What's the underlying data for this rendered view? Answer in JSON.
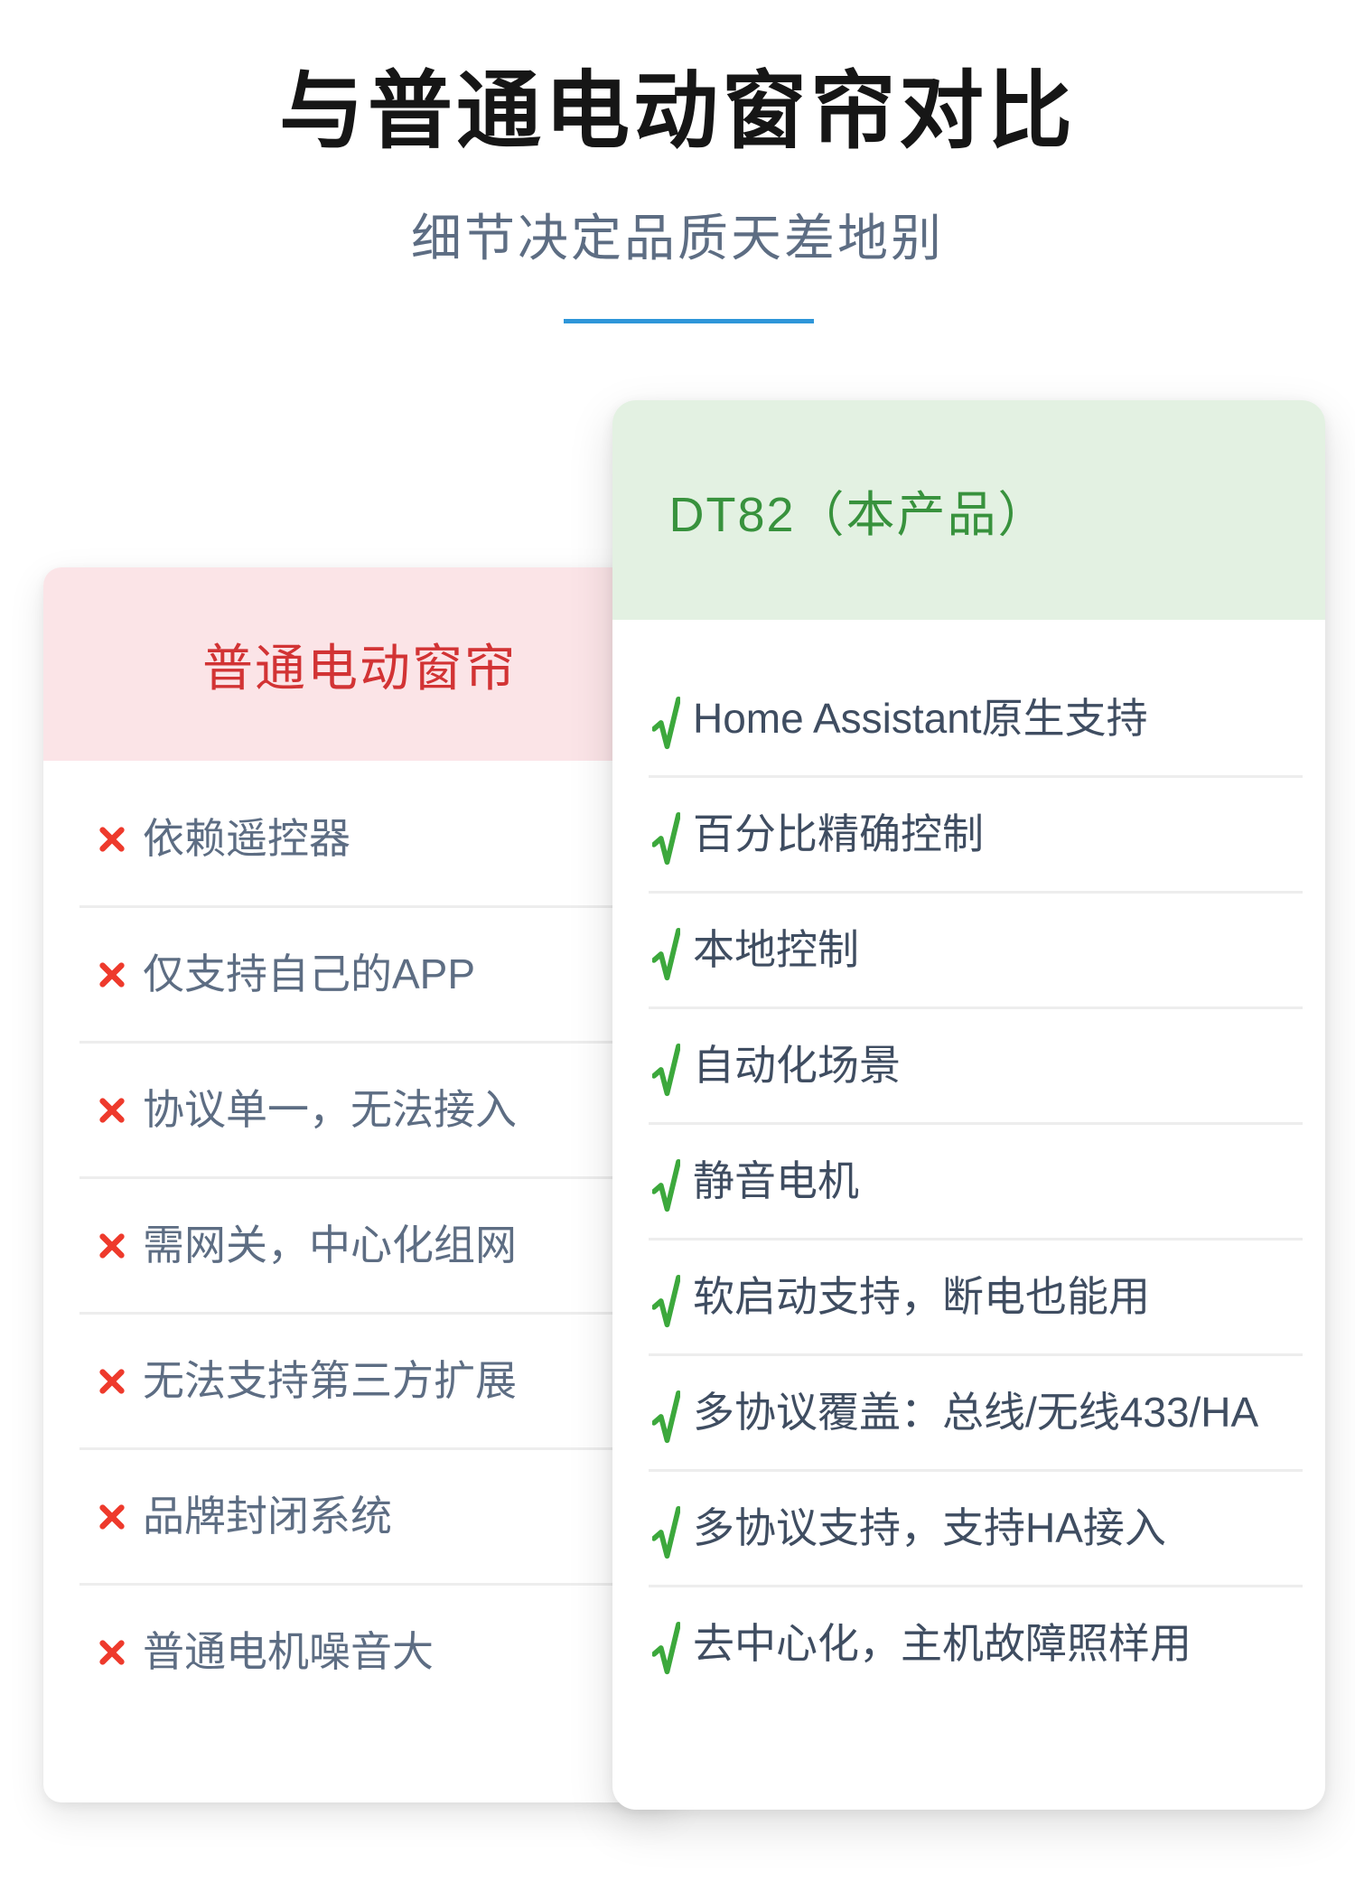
{
  "page": {
    "title": "与普通电动窗帘对比",
    "subtitle": "细节决定品质天差地别"
  },
  "cards": {
    "ordinary": {
      "header": "普通电动窗帘",
      "mark_icon": "cross-icon",
      "items": [
        "依赖遥控器",
        "仅支持自己的APP",
        "协议单一，无法接入",
        "需网关，中心化组网",
        "无法支持第三方扩展",
        "品牌封闭系统",
        "普通电机噪音大"
      ]
    },
    "product": {
      "header": "DT82（本产品）",
      "mark_icon": "check-icon",
      "items": [
        "Home Assistant原生支持",
        "百分比精确控制",
        "本地控制",
        "自动化场景",
        "静音电机",
        "软启动支持，断电也能用",
        "多协议覆盖：总线/无线433/HA",
        "多协议支持，支持HA接入",
        "去中心化，主机故障照样用"
      ]
    }
  },
  "colors": {
    "accent_blue": "#2e96d9",
    "ordinary_header_bg": "#fbe4e7",
    "ordinary_header_text": "#d23334",
    "ordinary_item_text": "#5d6d83",
    "cross_red": "#ee3a2c",
    "product_header_bg": "#e3f1e2",
    "product_header_text": "#38923d",
    "product_item_text": "#3f4d61",
    "check_green": "#3ca83c"
  }
}
